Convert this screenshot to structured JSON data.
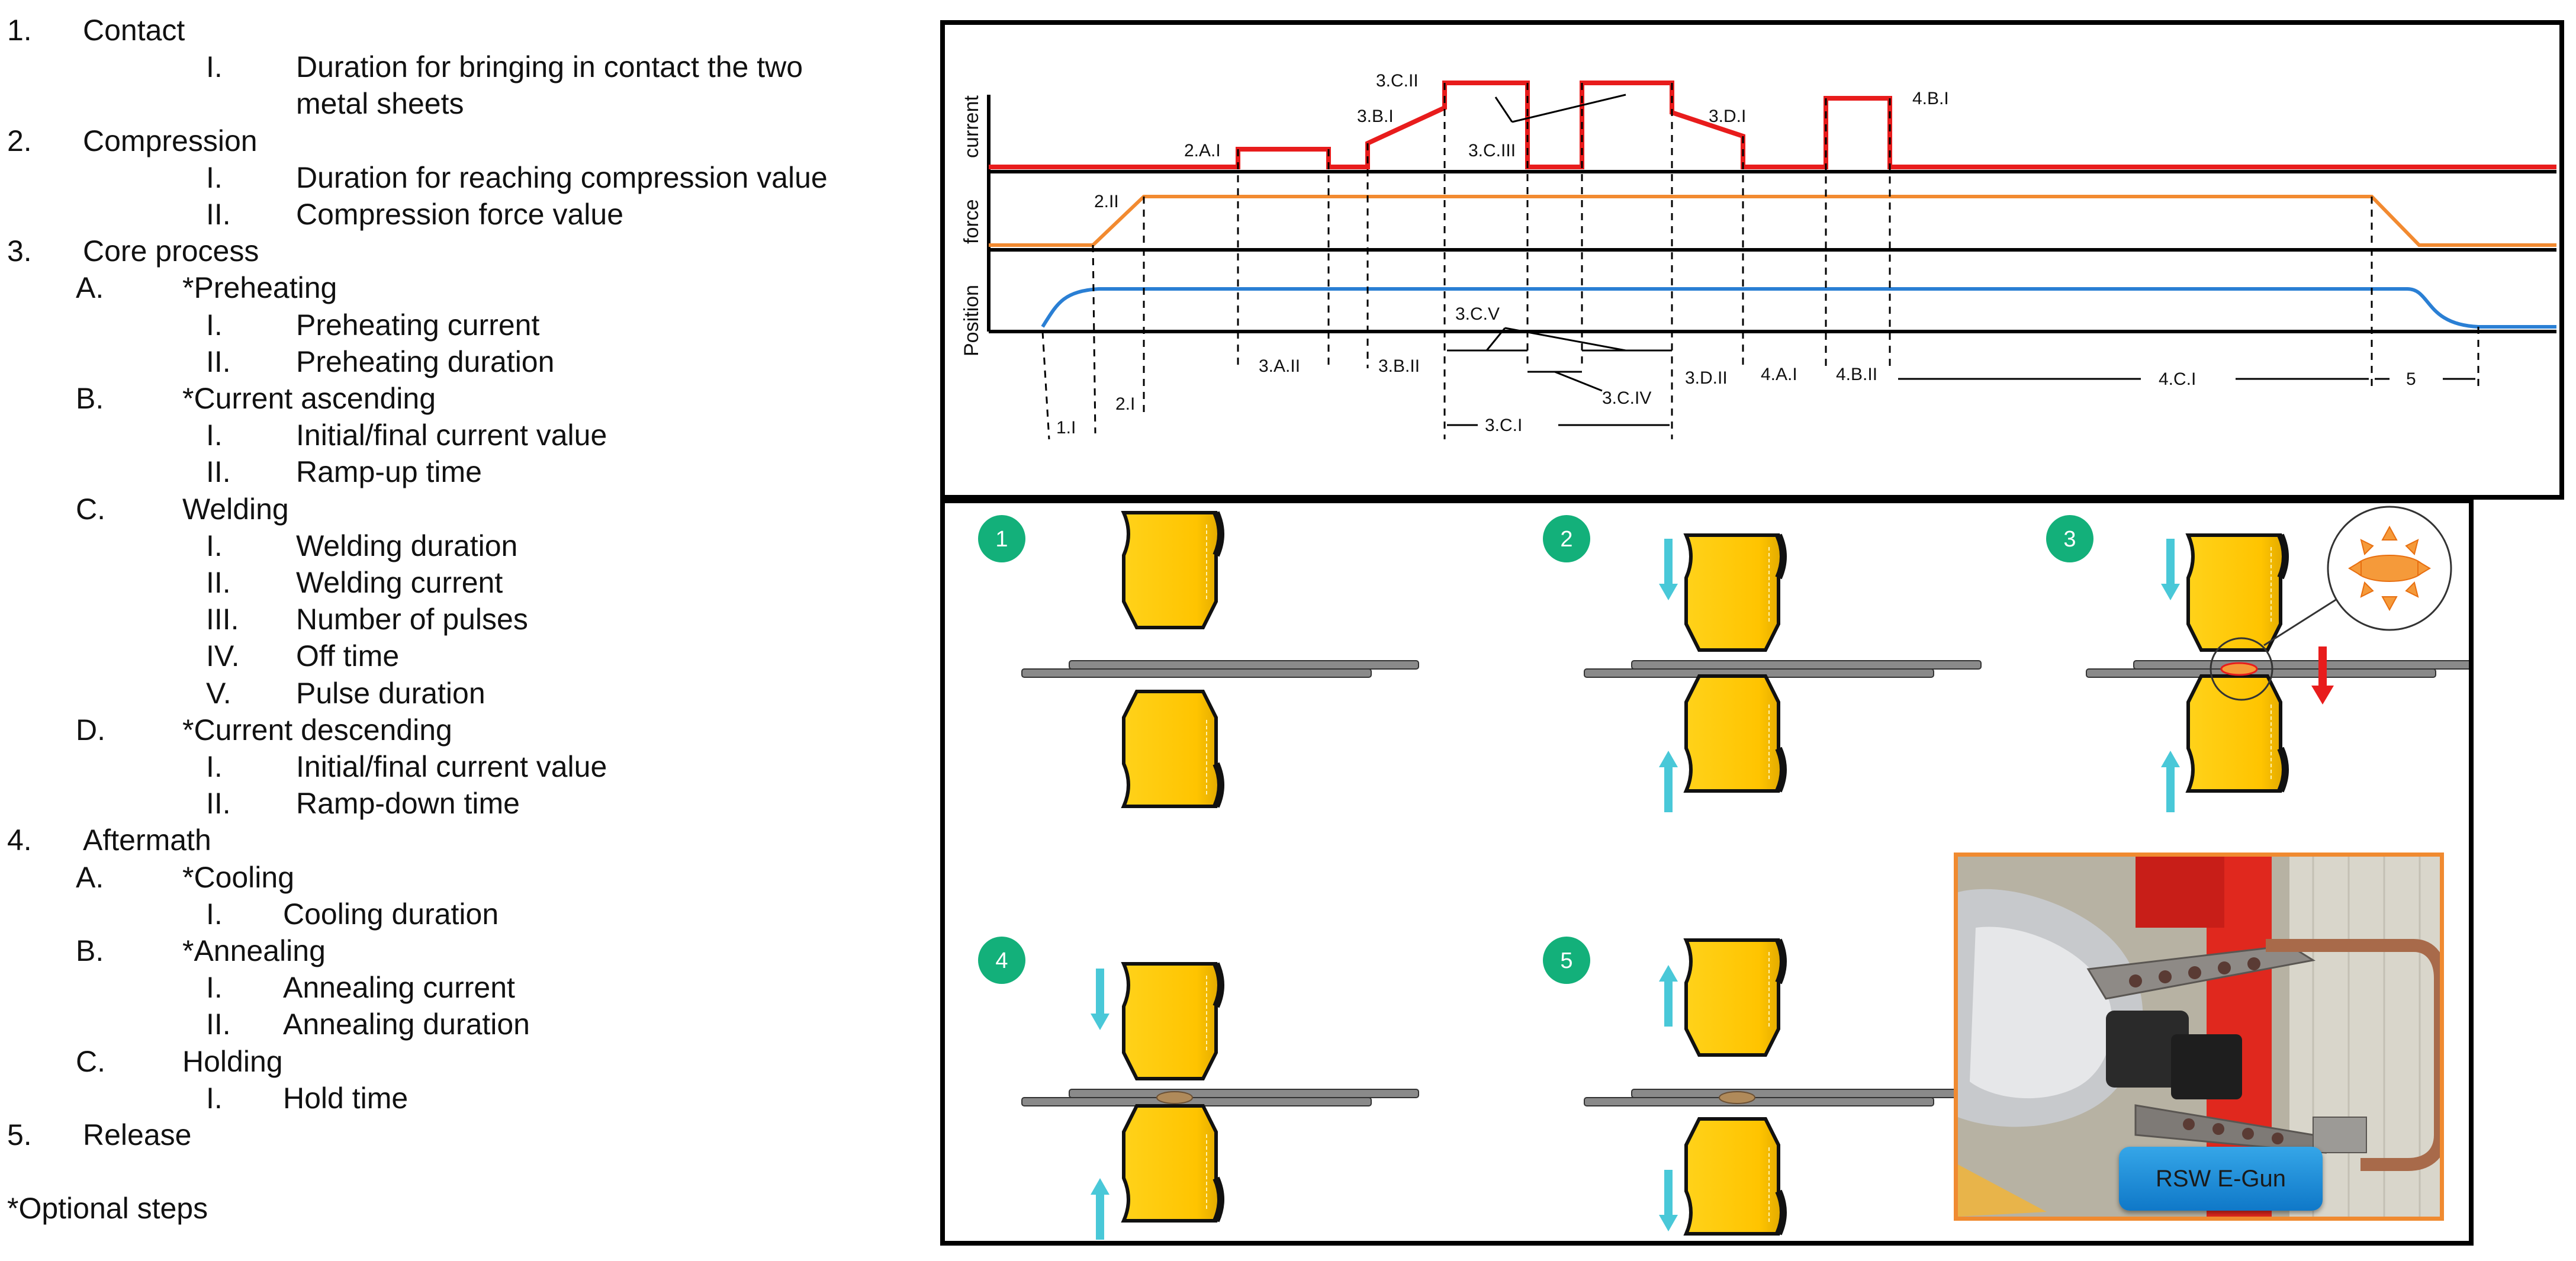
{
  "outline": [
    {
      "num": "1.",
      "text": "Contact",
      "level": 0
    },
    {
      "num": "I.",
      "text": "Duration for bringing in contact the two",
      "level": 2
    },
    {
      "num": "",
      "text": "metal sheets",
      "level": 2
    },
    {
      "num": "2.",
      "text": "Compression",
      "level": 0
    },
    {
      "num": "I.",
      "text": "Duration for reaching compression value",
      "level": 2
    },
    {
      "num": "II.",
      "text": "Compression force value",
      "level": 2
    },
    {
      "num": "3.",
      "text": "Core process",
      "level": 0
    },
    {
      "num": "A.",
      "text": "*Preheating",
      "level": 1
    },
    {
      "num": "I.",
      "text": "Preheating current",
      "level": 2
    },
    {
      "num": "II.",
      "text": "Preheating duration",
      "level": 2
    },
    {
      "num": "B.",
      "text": "*Current ascending",
      "level": 1
    },
    {
      "num": "I.",
      "text": "Initial/final current value",
      "level": 2
    },
    {
      "num": "II.",
      "text": "Ramp-up time",
      "level": 2
    },
    {
      "num": "C.",
      "text": "Welding",
      "level": 1
    },
    {
      "num": "I.",
      "text": "Welding duration",
      "level": 2
    },
    {
      "num": "II.",
      "text": "Welding current",
      "level": 2
    },
    {
      "num": "III.",
      "text": "Number of pulses",
      "level": 2
    },
    {
      "num": "IV.",
      "text": "Off time",
      "level": 2
    },
    {
      "num": "V.",
      "text": "Pulse duration",
      "level": 2
    },
    {
      "num": "D.",
      "text": "*Current descending",
      "level": 1
    },
    {
      "num": "I.",
      "text": "Initial/final current value",
      "level": 2
    },
    {
      "num": "II.",
      "text": "Ramp-down time",
      "level": 2
    },
    {
      "num": "4.",
      "text": "Aftermath",
      "level": 0
    },
    {
      "num": "A.",
      "text": "*Cooling",
      "level": 1
    },
    {
      "num": "I.",
      "text": "Cooling duration",
      "level": 3
    },
    {
      "num": "B.",
      "text": "*Annealing",
      "level": 1
    },
    {
      "num": "I.",
      "text": "Annealing current",
      "level": 3
    },
    {
      "num": "II.",
      "text": "Annealing duration",
      "level": 3
    },
    {
      "num": "C.",
      "text": "Holding",
      "level": 1
    },
    {
      "num": "I.",
      "text": "Hold time",
      "level": 3
    },
    {
      "num": "5.",
      "text": "Release",
      "level": 0
    },
    {
      "num": "",
      "text": "",
      "level": 0
    },
    {
      "num": "",
      "text": "*Optional steps",
      "level": 0
    }
  ],
  "timing": {
    "axis_labels": {
      "current": "current",
      "force": "force",
      "position": "Position"
    },
    "labels": {
      "l_2AI": "2.A.I",
      "l_2II": "2.II",
      "l_3BI": "3.B.I",
      "l_3CII": "3.C.II",
      "l_3CIII": "3.C.III",
      "l_3DI": "3.D.I",
      "l_4BI": "4.B.I",
      "l_3CV": "3.C.V",
      "l_3AII": "3.A.II",
      "l_3BII": "3.B.II",
      "l_3CIV": "3.C.IV",
      "l_3DII": "3.D.II",
      "l_4AI": "4.A.I",
      "l_4BII": "4.B.II",
      "l_4CI": "4.C.I",
      "l_5": "5",
      "l_1I": "1.I",
      "l_2I": "2.I",
      "l_3CI": "3.C.I"
    },
    "colors": {
      "current": "#e81c1c",
      "force": "#f28a30",
      "position": "#2a7fd4"
    }
  },
  "steps": {
    "badges": [
      "1",
      "2",
      "3",
      "4",
      "5"
    ],
    "colors": {
      "badge": "#13b07a",
      "electrode": "#ffc800",
      "arrow": "#49c8d8",
      "force_arrow": "#e81c1c",
      "sheet": "#8a8a8a",
      "heat": "#f59a3a"
    }
  },
  "photo": {
    "label": "RSW E-Gun"
  }
}
